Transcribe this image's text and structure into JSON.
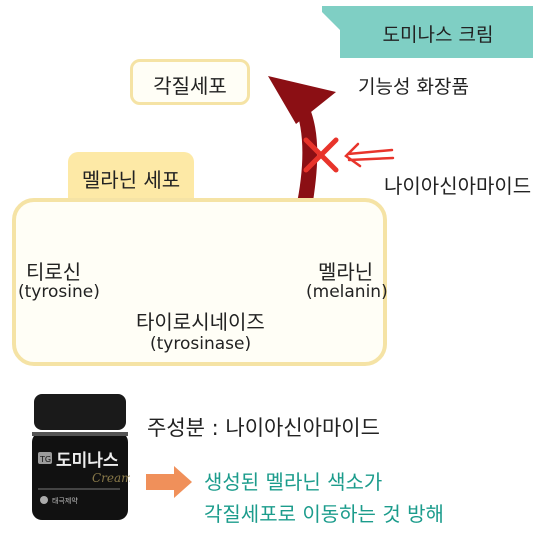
{
  "banner": {
    "text": "도미나스 크림",
    "color": "#7fcfc4"
  },
  "corneocyte": {
    "label": "각질세포"
  },
  "functional": {
    "label": "기능성 화장품"
  },
  "melanocyte": {
    "title": "멜라닌 세포"
  },
  "tyrosine": {
    "korean": "티로신",
    "english": "(tyrosine)"
  },
  "melanin": {
    "korean": "멜라닌",
    "english": "(melanin)"
  },
  "enzyme": {
    "korean": "타이로시네이즈",
    "english": "(tyrosinase)"
  },
  "niacinamide": {
    "label": "나이아신아마이드"
  },
  "product": {
    "brand": "도미나스",
    "tag": "TG",
    "sub": "Cream",
    "maker": "태극제약"
  },
  "ingredient": {
    "text": "주성분 : 나이아신아마이드"
  },
  "effect": {
    "line1": "생성된 멜라닌 색소가",
    "line2": "각질세포로 이동하는 것 방해"
  },
  "colors": {
    "melanin_dots": "#8b0f14",
    "red_mark": "#e8342b",
    "teal_text": "#1c9c8c",
    "cell_border": "#f5e3a5",
    "arrow_orange": "#f0905a"
  }
}
